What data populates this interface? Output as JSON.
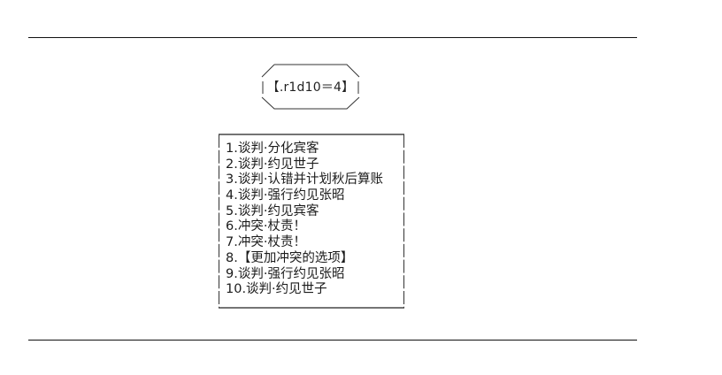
{
  "dice_roll": {
    "text": "【.r1d10＝4】",
    "expression": "r1d10",
    "result": 4
  },
  "options": {
    "items": [
      {
        "label": "1.谈判·分化宾客"
      },
      {
        "label": "2.谈判·约见世子"
      },
      {
        "label": "3.谈判·认错并计划秋后算账"
      },
      {
        "label": "4.谈判·强行约见张昭"
      },
      {
        "label": "5.谈判·约见宾客"
      },
      {
        "label": "6.冲突·杖责！"
      },
      {
        "label": "7.冲突·杖责！"
      },
      {
        "label": "8.【更加冲突的选项】"
      },
      {
        "label": "9.谈判·强行约见张昭"
      },
      {
        "label": "10.谈判·约见世子"
      }
    ]
  }
}
